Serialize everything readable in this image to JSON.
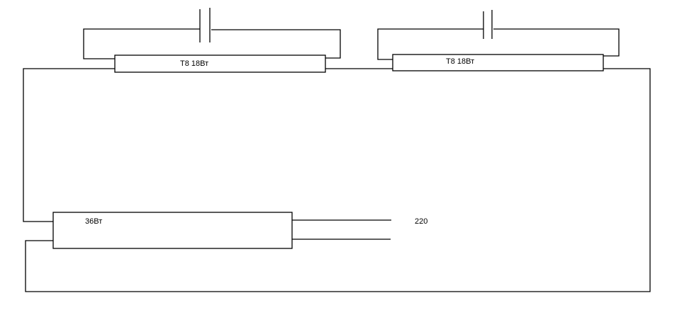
{
  "diagram": {
    "lamp1": {
      "label": "T8 18Вт"
    },
    "lamp2": {
      "label": "T8 18Вт"
    },
    "ballast": {
      "label": "36Вт"
    },
    "supply": {
      "label": "220"
    }
  }
}
